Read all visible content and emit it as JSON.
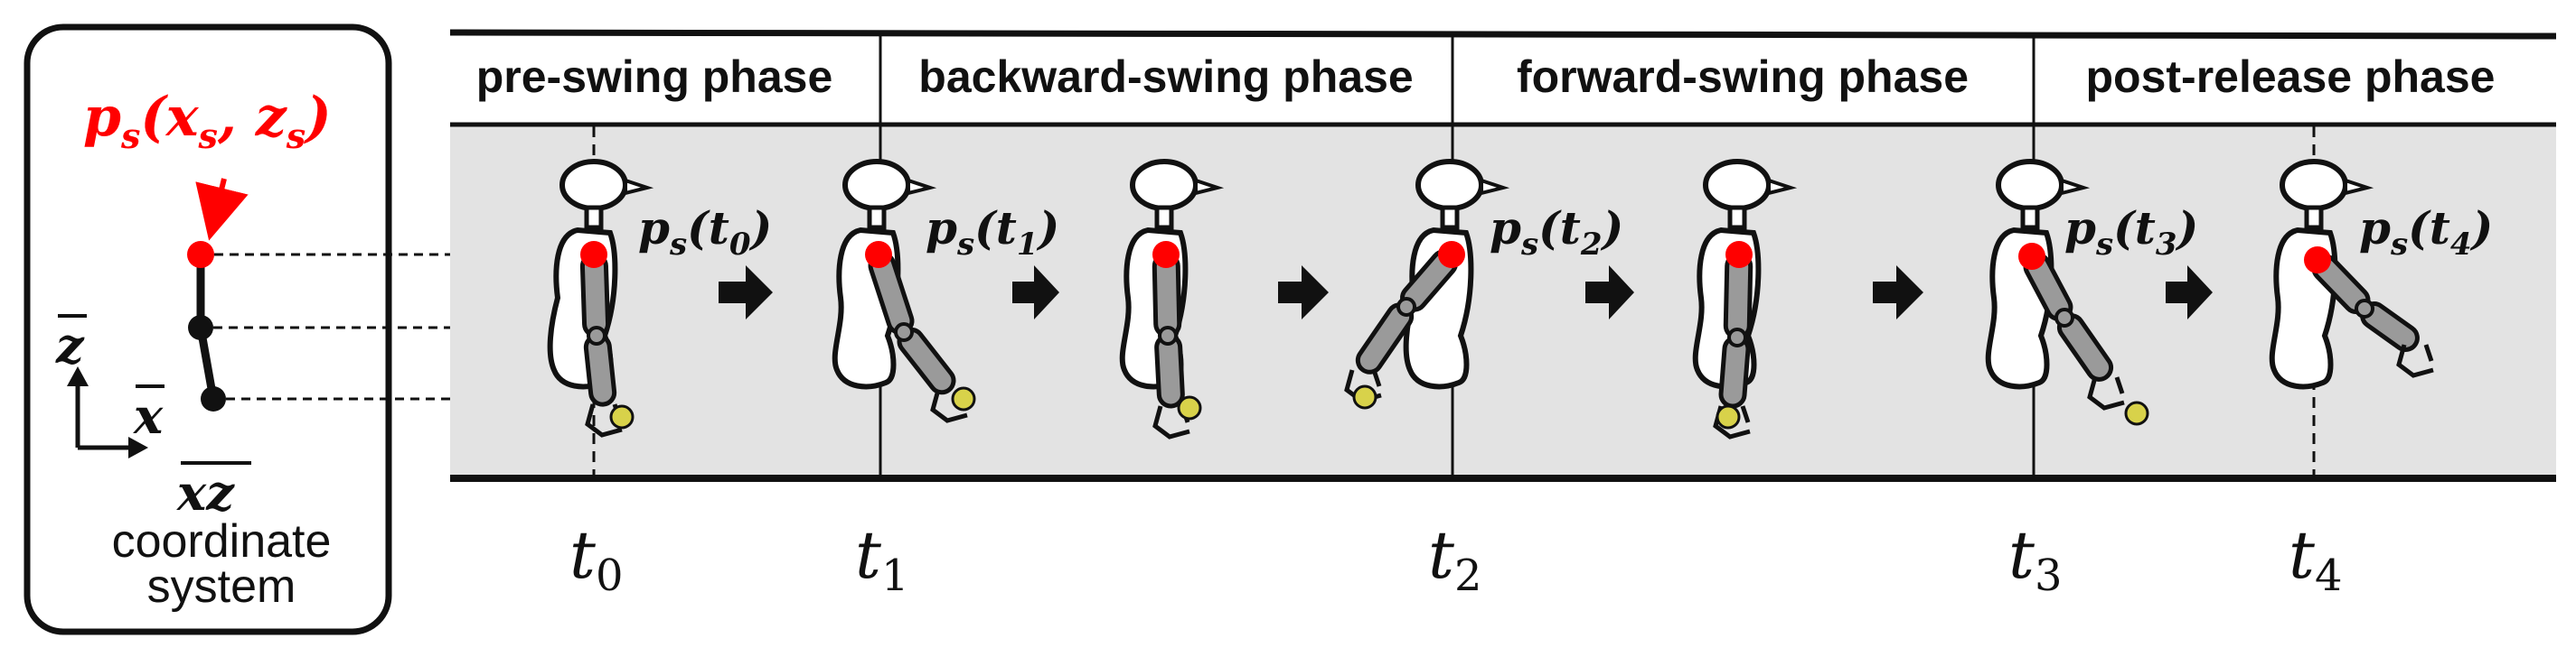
{
  "left_panel": {
    "point_label": "p_s(x_s, z_s)",
    "axis_z": "z",
    "axis_x": "x",
    "plane": "xz",
    "caption_lines": [
      "coordinate",
      "system"
    ]
  },
  "phases": [
    "pre-swing phase",
    "backward-swing phase",
    "forward-swing phase",
    "post-release phase"
  ],
  "position_labels": [
    "p_s(t_0)",
    "p_s(t_1)",
    "p_s(t_2)",
    "p_s(t_3)",
    "p_s(t_4)"
  ],
  "time_labels": [
    "t_0",
    "t_1",
    "t_2",
    "t_3",
    "t_4"
  ],
  "colors": {
    "highlight": "#ff0000",
    "band": "#e3e3e3",
    "arm": "#9a9a9a",
    "ball": "#d8d24a"
  }
}
